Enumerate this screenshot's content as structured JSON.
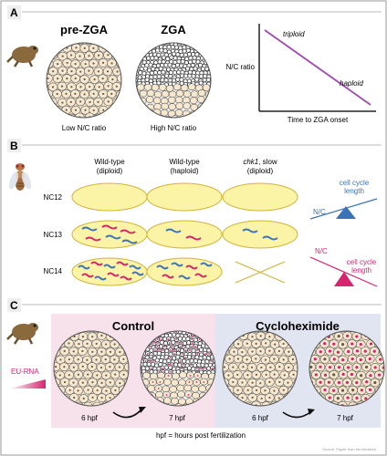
{
  "panelA": {
    "letter": "A",
    "stage1_title": "pre-ZGA",
    "stage2_title": "ZGA",
    "stage1_caption": "Low N/C ratio",
    "stage2_caption": "High N/C ratio",
    "chart": {
      "ylabel": "N/C ratio",
      "xlabel": "Time to ZGA onset",
      "label_triploid": "triploid",
      "label_haploid": "haploid"
    }
  },
  "panelB": {
    "letter": "B",
    "col1_line1": "Wild-type",
    "col1_line2": "(diploid)",
    "col2_line1": "Wild-type",
    "col2_line2": "(haploid)",
    "col3_gene": "chk1",
    "col3_rest": ", slow",
    "col3_line2": "(diploid)",
    "rows": [
      "NC12",
      "NC13",
      "NC14"
    ],
    "seesaw1": {
      "label_nc": "N/C",
      "label_cc1": "cell cycle",
      "label_cc2": "length",
      "color": "#3b73b9"
    },
    "seesaw2": {
      "label_nc": "N/C",
      "label_cc1": "cell cycle",
      "label_cc2": "length",
      "color": "#d6246e"
    }
  },
  "panelC": {
    "letter": "C",
    "control_title": "Control",
    "chx_title": "Cycloheximide",
    "eu_label": "EU-RNA",
    "times": [
      "6 hpf",
      "7 hpf",
      "6 hpf",
      "7 hpf"
    ],
    "footnote": "hpf = hours post fertilization",
    "credit": "Source: Figure from the literature",
    "control_bg": "#f7e1ea",
    "chx_bg": "#e1e4f1"
  },
  "colors": {
    "embryo_fill": "#f6e7cf",
    "nucleus_fill": "#faf0dd",
    "line_purple": "#a347b5",
    "egg_fill": "#fbf3a6",
    "egg_stroke": "#d2b33a",
    "chrom_blue": "#3b73b9",
    "chrom_red": "#d6246e"
  }
}
